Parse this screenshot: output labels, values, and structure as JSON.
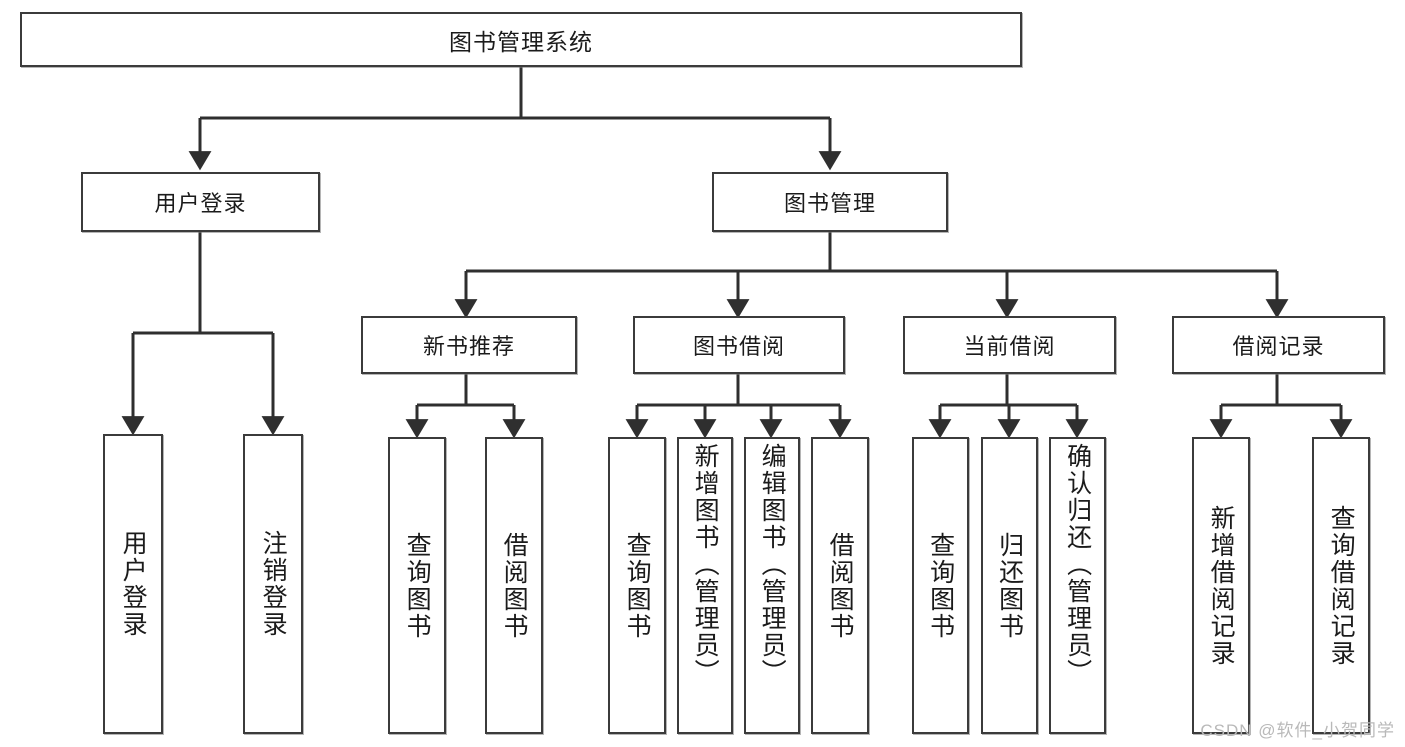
{
  "diagram": {
    "type": "tree-hierarchy",
    "title": "图书管理系统",
    "watermark": "CSDN @软件_小贺同学",
    "colors": {
      "background": "#ffffff",
      "border": "#3b3b3b",
      "text": "#1b1b1b",
      "connector": "#2f2f2f",
      "watermark": "#b9b9b9"
    },
    "root": {
      "label": "图书管理系统"
    },
    "level2": [
      {
        "label": "用户登录"
      },
      {
        "label": "图书管理"
      }
    ],
    "level3": [
      {
        "label": "新书推荐"
      },
      {
        "label": "图书借阅"
      },
      {
        "label": "当前借阅"
      },
      {
        "label": "借阅记录"
      }
    ],
    "leaves": {
      "user_login": [
        {
          "label": "用户登录"
        },
        {
          "label": "注销登录"
        }
      ],
      "new_book_recommend": [
        {
          "label": "查询图书"
        },
        {
          "label": "借阅图书"
        }
      ],
      "book_borrow": [
        {
          "label": "查询图书"
        },
        {
          "label": "新增图书（管理员）"
        },
        {
          "label": "编辑图书（管理员）"
        },
        {
          "label": "借阅图书"
        }
      ],
      "current_borrow": [
        {
          "label": "查询图书"
        },
        {
          "label": "归还图书"
        },
        {
          "label": "确认归还（管理员）"
        }
      ],
      "borrow_record": [
        {
          "label": "新增借阅记录"
        },
        {
          "label": "查询借阅记录"
        }
      ]
    }
  }
}
